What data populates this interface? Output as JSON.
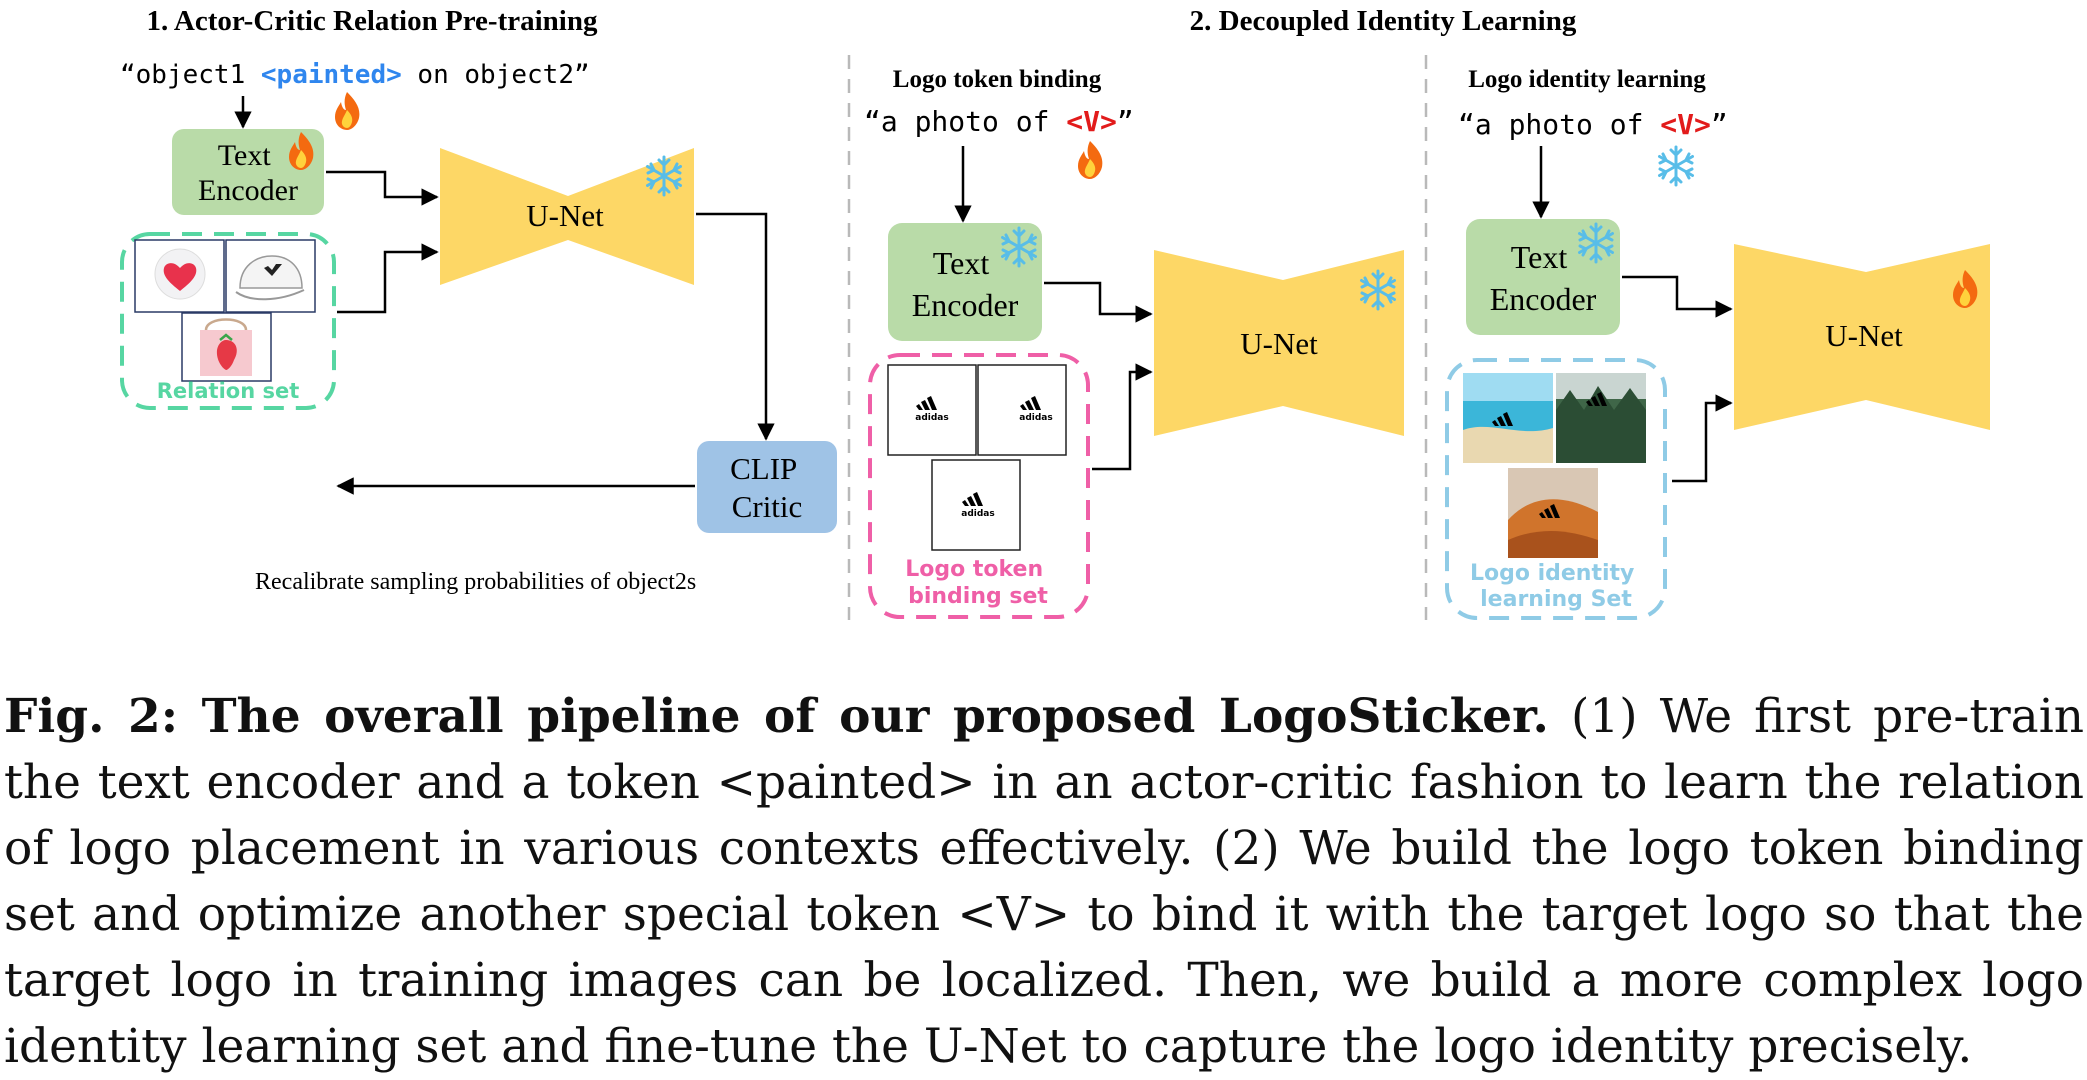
{
  "section1": {
    "title": "1. Actor-Critic Relation Pre-training",
    "prompt_pre": "“object1 ",
    "prompt_token": "<painted>",
    "prompt_post": " on object2”",
    "text_encoder_line1": "Text",
    "text_encoder_line2": "Encoder",
    "unet_label": "U-Net",
    "critic_line1": "CLIP",
    "critic_line2": "Critic",
    "set_label": "Relation set",
    "feedback_label": "Recalibrate sampling probabilities of object2s"
  },
  "section2": {
    "title": "2. Decoupled Identity Learning",
    "binding": {
      "title": "Logo token binding",
      "prompt_pre": "“a photo of ",
      "prompt_token": "<V>",
      "prompt_post": "”",
      "text_encoder_line1": "Text",
      "text_encoder_line2": "Encoder",
      "unet_label": "U-Net",
      "set_label_line1": "Logo token",
      "set_label_line2": "binding set",
      "logo_text": "adidas"
    },
    "identity": {
      "title": "Logo identity learning",
      "prompt_pre": "“a photo of ",
      "prompt_token": "<V>",
      "prompt_post": "”",
      "text_encoder_line1": "Text",
      "text_encoder_line2": "Encoder",
      "unet_label": "U-Net",
      "set_label_line1": "Logo identity",
      "set_label_line2": "learning Set",
      "logo_text": "adidas"
    }
  },
  "icons": {
    "trainable": "flame-icon",
    "frozen": "snowflake-icon"
  },
  "colors": {
    "encoder_fill": "#b9dba8",
    "unet_fill": "#fdd766",
    "critic_fill": "#9fc3e6",
    "relation_set": "#57d6a2",
    "binding_set": "#ef5fa7",
    "identity_set": "#8fcbe6",
    "painted_token": "#2f86ee",
    "v_token": "#e21b1b",
    "snowflake": "#58bde8",
    "flame": "#f46a10"
  },
  "caption": {
    "lead": "Fig. 2: The overall pipeline of our proposed LogoSticker.",
    "line1": " (1) We first pre-train",
    "line2": "the text encoder and a token <painted> in an actor-critic fashion to learn the relation",
    "line3": "of logo placement in various contexts effectively. (2) We build the logo token binding",
    "line4": "set and optimize another special token <V> to bind it with the target logo so that the",
    "line5": "target logo in training images can be localized. Then, we build a more complex logo",
    "line6": "identity learning set and fine-tune the U-Net to capture the logo identity precisely."
  }
}
